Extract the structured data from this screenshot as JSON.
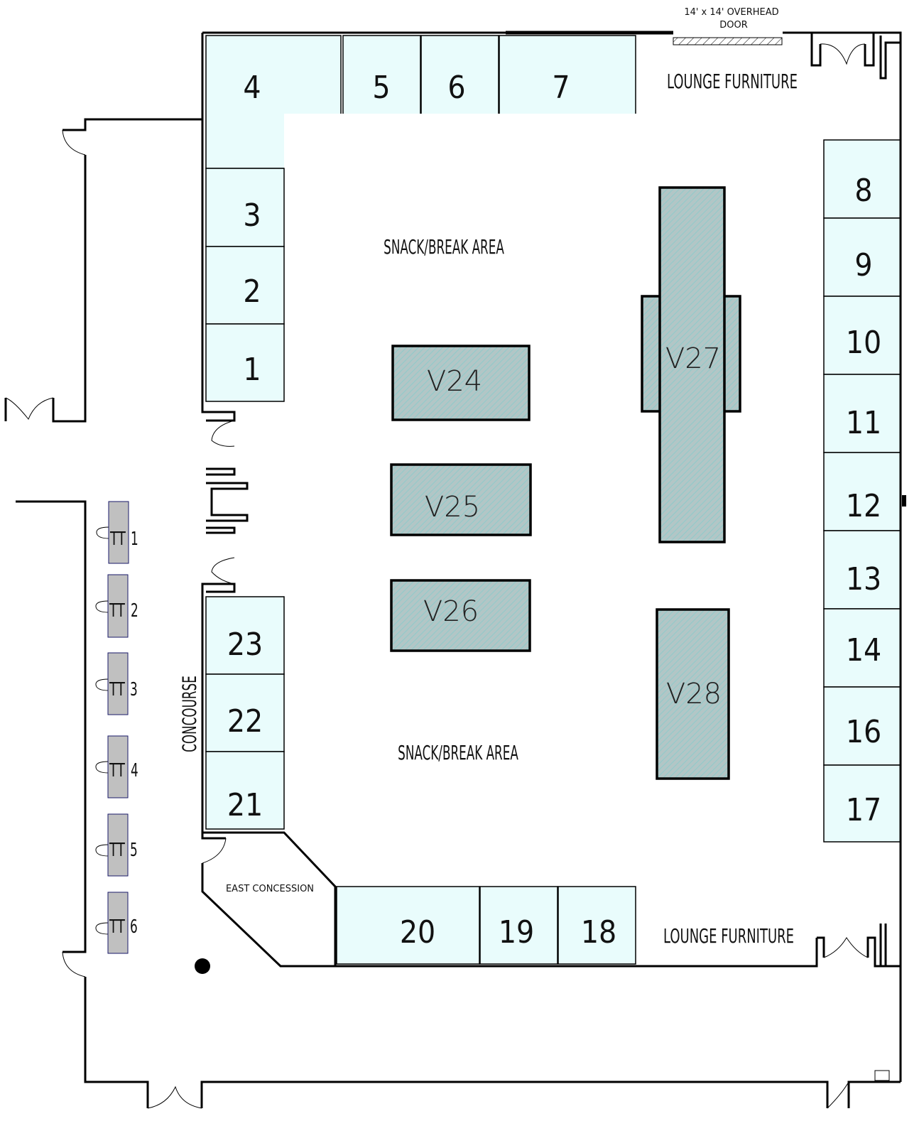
{
  "labels": {
    "overhead_door_line1": "14' x 14' OVERHEAD",
    "overhead_door_line2": "DOOR",
    "lounge_top": "LOUNGE FURNITURE",
    "lounge_bottom": "LOUNGE FURNITURE",
    "snack_top": "SNACK/BREAK AREA",
    "snack_bottom": "SNACK/BREAK AREA",
    "concourse": "CONCOURSE",
    "east_concession": "EAST CONCESSION"
  },
  "booths": {
    "b1": "1",
    "b2": "2",
    "b3": "3",
    "b4": "4",
    "b5": "5",
    "b6": "6",
    "b7": "7",
    "b8": "8",
    "b9": "9",
    "b10": "10",
    "b11": "11",
    "b12": "12",
    "b13": "13",
    "b14": "14",
    "b16": "16",
    "b17": "17",
    "b18": "18",
    "b19": "19",
    "b20": "20",
    "b21": "21",
    "b22": "22",
    "b23": "23"
  },
  "vendor_booths": {
    "v24": "V24",
    "v25": "V25",
    "v26": "V26",
    "v27": "V27",
    "v28": "V28"
  },
  "tables": [
    {
      "label": "TT",
      "num": "1"
    },
    {
      "label": "TT",
      "num": "2"
    },
    {
      "label": "TT",
      "num": "3"
    },
    {
      "label": "TT",
      "num": "4"
    },
    {
      "label": "TT",
      "num": "5"
    },
    {
      "label": "TT",
      "num": "6"
    }
  ],
  "colors": {
    "booth": "#e9fcfc",
    "vendor": "#a9c6c6",
    "table": "#c0c0c0"
  }
}
